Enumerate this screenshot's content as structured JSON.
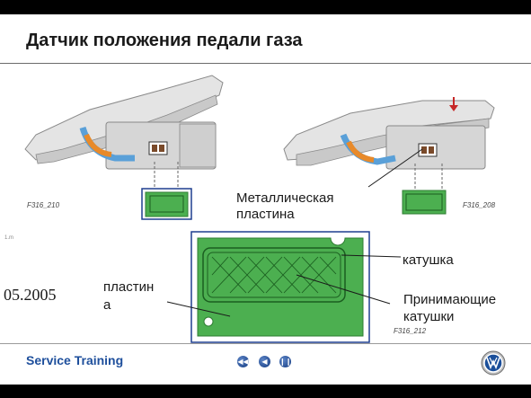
{
  "slide": {
    "title": "Датчик положения педали газа",
    "date": "05.2005",
    "side_mark": "1.m"
  },
  "figures": {
    "left_id": "F316_210",
    "right_id": "F316_208",
    "bottom_id": "F316_212"
  },
  "labels": {
    "metal_plate": "Металлическая пластина",
    "coil": "катушка",
    "receiving_coils": "Принимающие катушки",
    "plate": "пластина"
  },
  "footer": {
    "service_training": "Service Training",
    "nav_prev_icon": "rewind-icon",
    "nav_back_icon": "back-icon",
    "nav_pause_icon": "pause-icon",
    "logo_icon": "vw-logo-icon"
  },
  "colors": {
    "board_green": "#4caf50",
    "frame_blue": "#1f3f8f",
    "link_blue": "#1e4f9c",
    "arrow_red": "#c62828"
  }
}
